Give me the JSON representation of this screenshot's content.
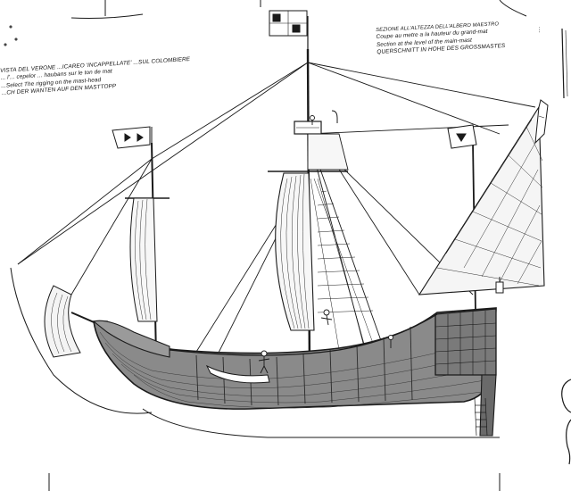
{
  "notes": {
    "rigging_left": {
      "line1": "VISTA DEL VERONE ...ICAREO 'INCAPPELLATE' ...SUL COLOMBIERE",
      "line2": "... l'... cepelor ... haubans sur le ton de mat",
      "line3": "...Select The rigging on the mast-head",
      "line4": "...CH DER WANTEN AUF DEN MASTTOPP"
    },
    "section_right": {
      "line1": "SEZIONE ALL'ALTEZZA DELL'ALBERO MAESTRO",
      "line2": "Coupe au metre a la hauteur du grand-mat",
      "line3": "Section at the level of the main-mast",
      "line4": "QUERSCHNITT IN HOHE DES GROSSMASTES"
    },
    "vertical_label": "..."
  },
  "colors": {
    "ink": "#1a1a1a",
    "hull_fill": "#8a8a8a",
    "hull_dark": "#4a4a4a",
    "paper": "#ffffff"
  }
}
